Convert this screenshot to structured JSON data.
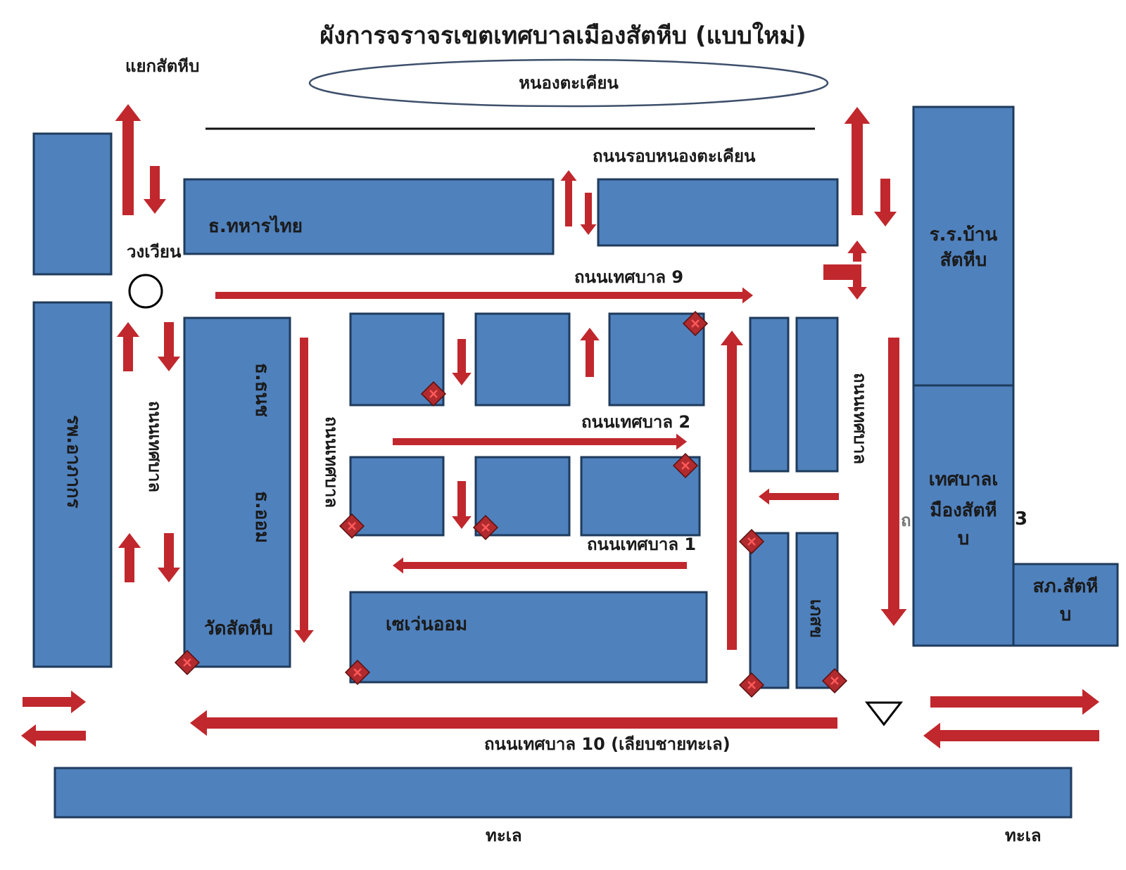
{
  "title": "ผังการจราจรเขตเทศบาลเมืองสัตหีบ (แบบใหม่)",
  "colors": {
    "block": "#4f81bd",
    "arrow": "#c0282d",
    "marker": "#b02a2e"
  },
  "labels": {
    "junction": "แยกสัตหีบ",
    "lake": "หนองตะเคียน",
    "lake_road": "ถนนรอบหนองตะเคียน",
    "roundabout": "วงเวียน",
    "road9": "ถนนเทศบาล 9",
    "road2": "ถนนเทศบาล 2",
    "road1": "ถนนเทศบาล 1",
    "road10": "ถนนเทศบาล 10 (เลียบชายทะเล)",
    "road_left_vertical": "ถนนเทศบาล",
    "road_mid_vertical": "ถนนเทศบาล",
    "road_right_vertical": "ถนนเทศบาล",
    "digit3": "3",
    "digit3_faint": "ถ",
    "sea_left": "ทะเล",
    "sea_right": "ทะเล"
  },
  "blocks": {
    "military_bank": "ธ.ทหารไทย",
    "hospital": "รพ.อาภากร",
    "bank_tanachart": "ธ.ธนช",
    "bank_aomsin": "ธ.ออม",
    "temple": "วัดสัตหีบ",
    "seven_eleven": "เซเว่นออม",
    "school_line1": "ร.ร.บ้าน",
    "school_line2": "สัตหีบ",
    "municipality_line1": "เทศบาลเ",
    "municipality_line2": "มืองสัตหี",
    "municipality_line3": "บ",
    "police_line1": "สภ.สัตหี",
    "police_line2": "บ",
    "small_block_rotated": "เภสข"
  },
  "icons": [
    "roundabout-circle-icon",
    "triangle-icon",
    "x-marker-icon",
    "arrow-icon"
  ]
}
